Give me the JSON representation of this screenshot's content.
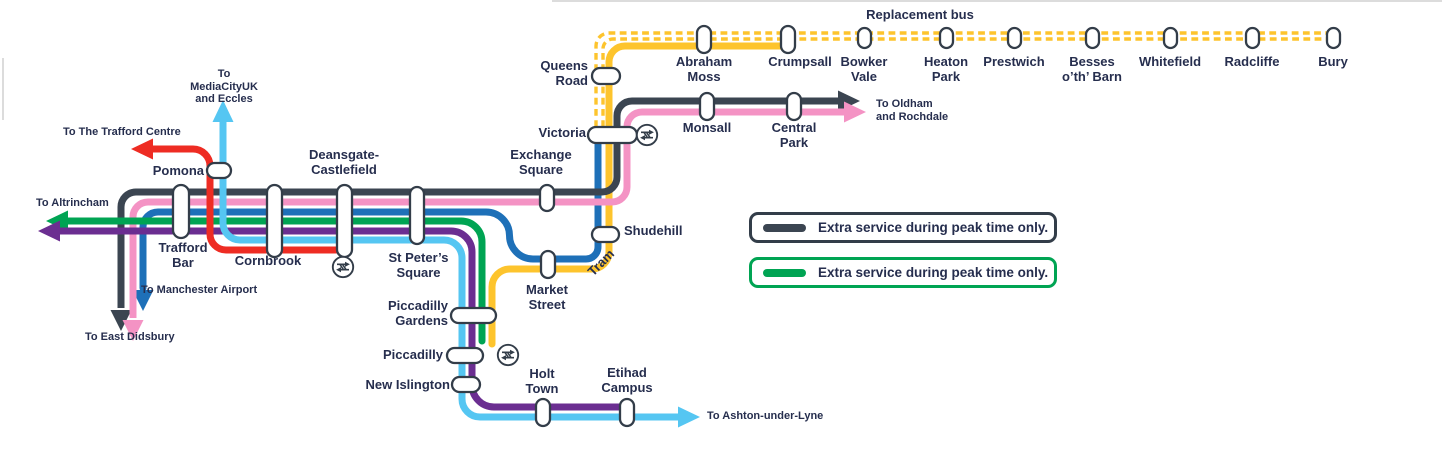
{
  "labels": {
    "replacement_bus": "Replacement bus",
    "abraham_moss": "Abraham\nMoss",
    "crumpsall": "Crumpsall",
    "bowker_vale": "Bowker\nVale",
    "heaton_park": "Heaton\nPark",
    "prestwich": "Prestwich",
    "besses": "Besses\no’th’ Barn",
    "whitefield": "Whitefield",
    "radcliffe": "Radcliffe",
    "bury": "Bury",
    "queens_road": "Queens\nRoad",
    "victoria": "Victoria",
    "monsall": "Monsall",
    "central_park": "Central\nPark",
    "to_oldham": "To Oldham\nand Rochdale",
    "to_mediacity": "To\nMediaCityUK\nand Eccles",
    "to_trafford_centre": "To The Trafford Centre",
    "pomona": "Pomona",
    "to_altrincham": "To Altrincham",
    "trafford_bar": "Trafford\nBar",
    "cornbrook": "Cornbrook",
    "to_manchester_airport": "To Manchester Airport",
    "to_east_didsbury": "To East Didsbury",
    "deansgate": "Deansgate-\nCastlefield",
    "st_peters": "St Peter’s\nSquare",
    "exchange_square": "Exchange\nSquare",
    "shudehill": "Shudehill",
    "tram": "Tram",
    "market_street": "Market\nStreet",
    "piccadilly_gardens": "Piccadilly\nGardens",
    "piccadilly": "Piccadilly",
    "new_islington": "New Islington",
    "holt_town": "Holt\nTown",
    "etihad_campus": "Etihad\nCampus",
    "to_ashton": "To Ashton-under-Lyne"
  },
  "legend": {
    "items": [
      {
        "label": "Extra service during peak time only.",
        "color": "#333d49"
      },
      {
        "label": "Extra service during peak time only.",
        "color": "#00a453"
      }
    ]
  },
  "colors": {
    "peak_dark": "#3b4551",
    "pink_line": "#f493c4",
    "blue_line": "#1e70b8",
    "green_line": "#00a453",
    "purple_line": "#6b2e91",
    "light_blue_line": "#55c6f2",
    "red_line": "#ee2c23",
    "yellow_line": "#fdc42d",
    "text_ink": "#262e4e"
  }
}
